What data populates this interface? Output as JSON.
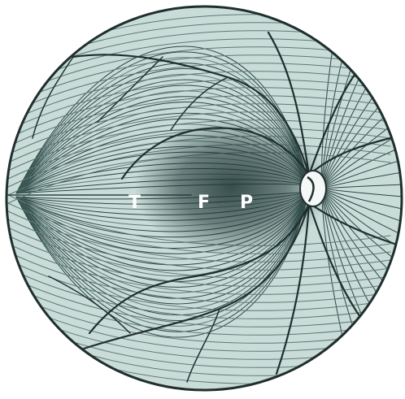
{
  "figure": {
    "labels": {
      "temporal": "T",
      "fovea": "F",
      "papilla": "P"
    }
  },
  "colors": {
    "background": "#ffffff",
    "fundus_base": "#c9dcd8",
    "fiber_dark": "#2c4644",
    "fiber_mid": "#5d7a77",
    "macula_dark": "#1e3533",
    "vessel": "#1f2f2d",
    "disc": "#f4f8f7",
    "label": "#ffffff"
  }
}
